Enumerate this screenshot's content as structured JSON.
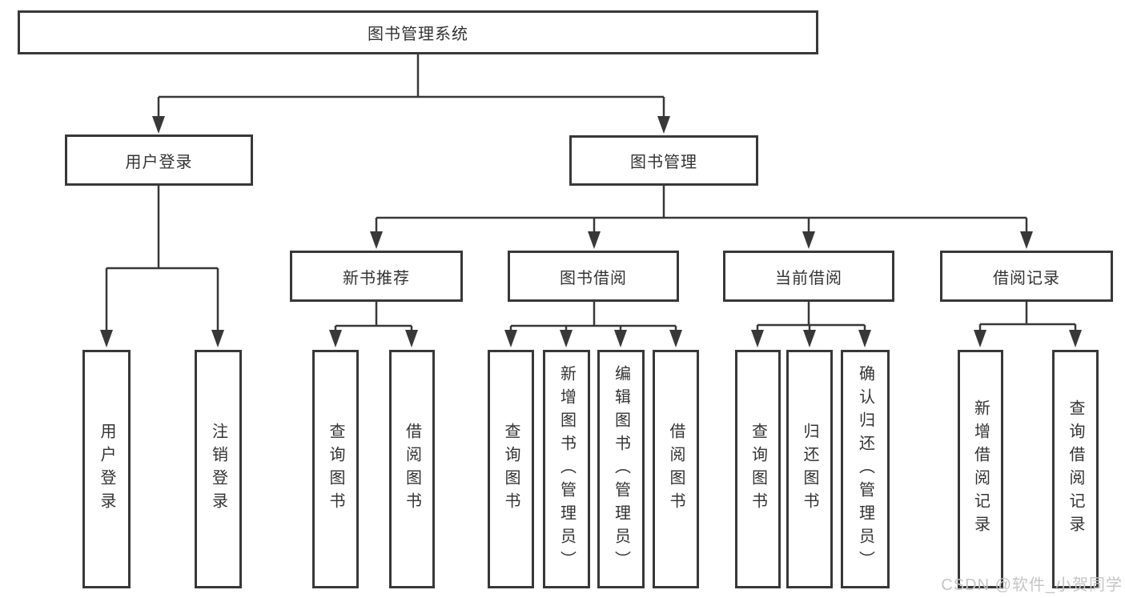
{
  "diagram": {
    "type": "tree",
    "title": "图书管理系统",
    "tree": {
      "label": "图书管理系统",
      "children": [
        {
          "label": "用户登录",
          "children": [
            {
              "label": "用户登录"
            },
            {
              "label": "注销登录"
            }
          ]
        },
        {
          "label": "图书管理",
          "children": [
            {
              "label": "新书推荐",
              "children": [
                {
                  "label": "查询图书"
                },
                {
                  "label": "借阅图书"
                }
              ]
            },
            {
              "label": "图书借阅",
              "children": [
                {
                  "label": "查询图书"
                },
                {
                  "label": "新增图书（管理员）"
                },
                {
                  "label": "编辑图书（管理员）"
                },
                {
                  "label": "借阅图书"
                }
              ]
            },
            {
              "label": "当前借阅",
              "children": [
                {
                  "label": "查询图书"
                },
                {
                  "label": "归还图书"
                },
                {
                  "label": "确认归还（管理员）"
                }
              ]
            },
            {
              "label": "借阅记录",
              "children": [
                {
                  "label": "新增借阅记录"
                },
                {
                  "label": "查询借阅记录"
                }
              ]
            }
          ]
        }
      ]
    }
  },
  "watermark": {
    "text": "CSDN @软件_小贺同学",
    "color": "#c5c5c5"
  },
  "colors": {
    "line": "#383838",
    "box_border": "#383838",
    "text": "#333333",
    "background": "#ffffff"
  }
}
